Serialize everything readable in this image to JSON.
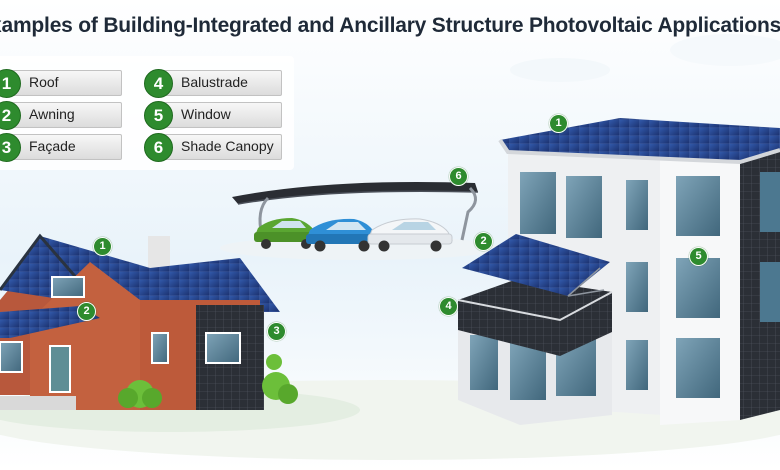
{
  "title": "xamples of Building-Integrated and Ancillary Structure Photovoltaic Applications",
  "legend": [
    {
      "num": "1",
      "label": "Roof"
    },
    {
      "num": "2",
      "label": "Awning"
    },
    {
      "num": "3",
      "label": "Façade"
    },
    {
      "num": "4",
      "label": "Balustrade"
    },
    {
      "num": "5",
      "label": "Window"
    },
    {
      "num": "6",
      "label": "Shade Canopy"
    }
  ],
  "markers": {
    "house_roof": "1",
    "house_awning": "2",
    "house_facade": "3",
    "carport_canopy": "6",
    "building_roof": "1",
    "building_awning": "2",
    "building_balustrade": "4",
    "building_window": "5"
  },
  "colors": {
    "marker_green": "#2e8b2e",
    "panel_blue": "#1f3f8a",
    "house_brick": "#b8583c",
    "building_white": "#eef0f2"
  }
}
